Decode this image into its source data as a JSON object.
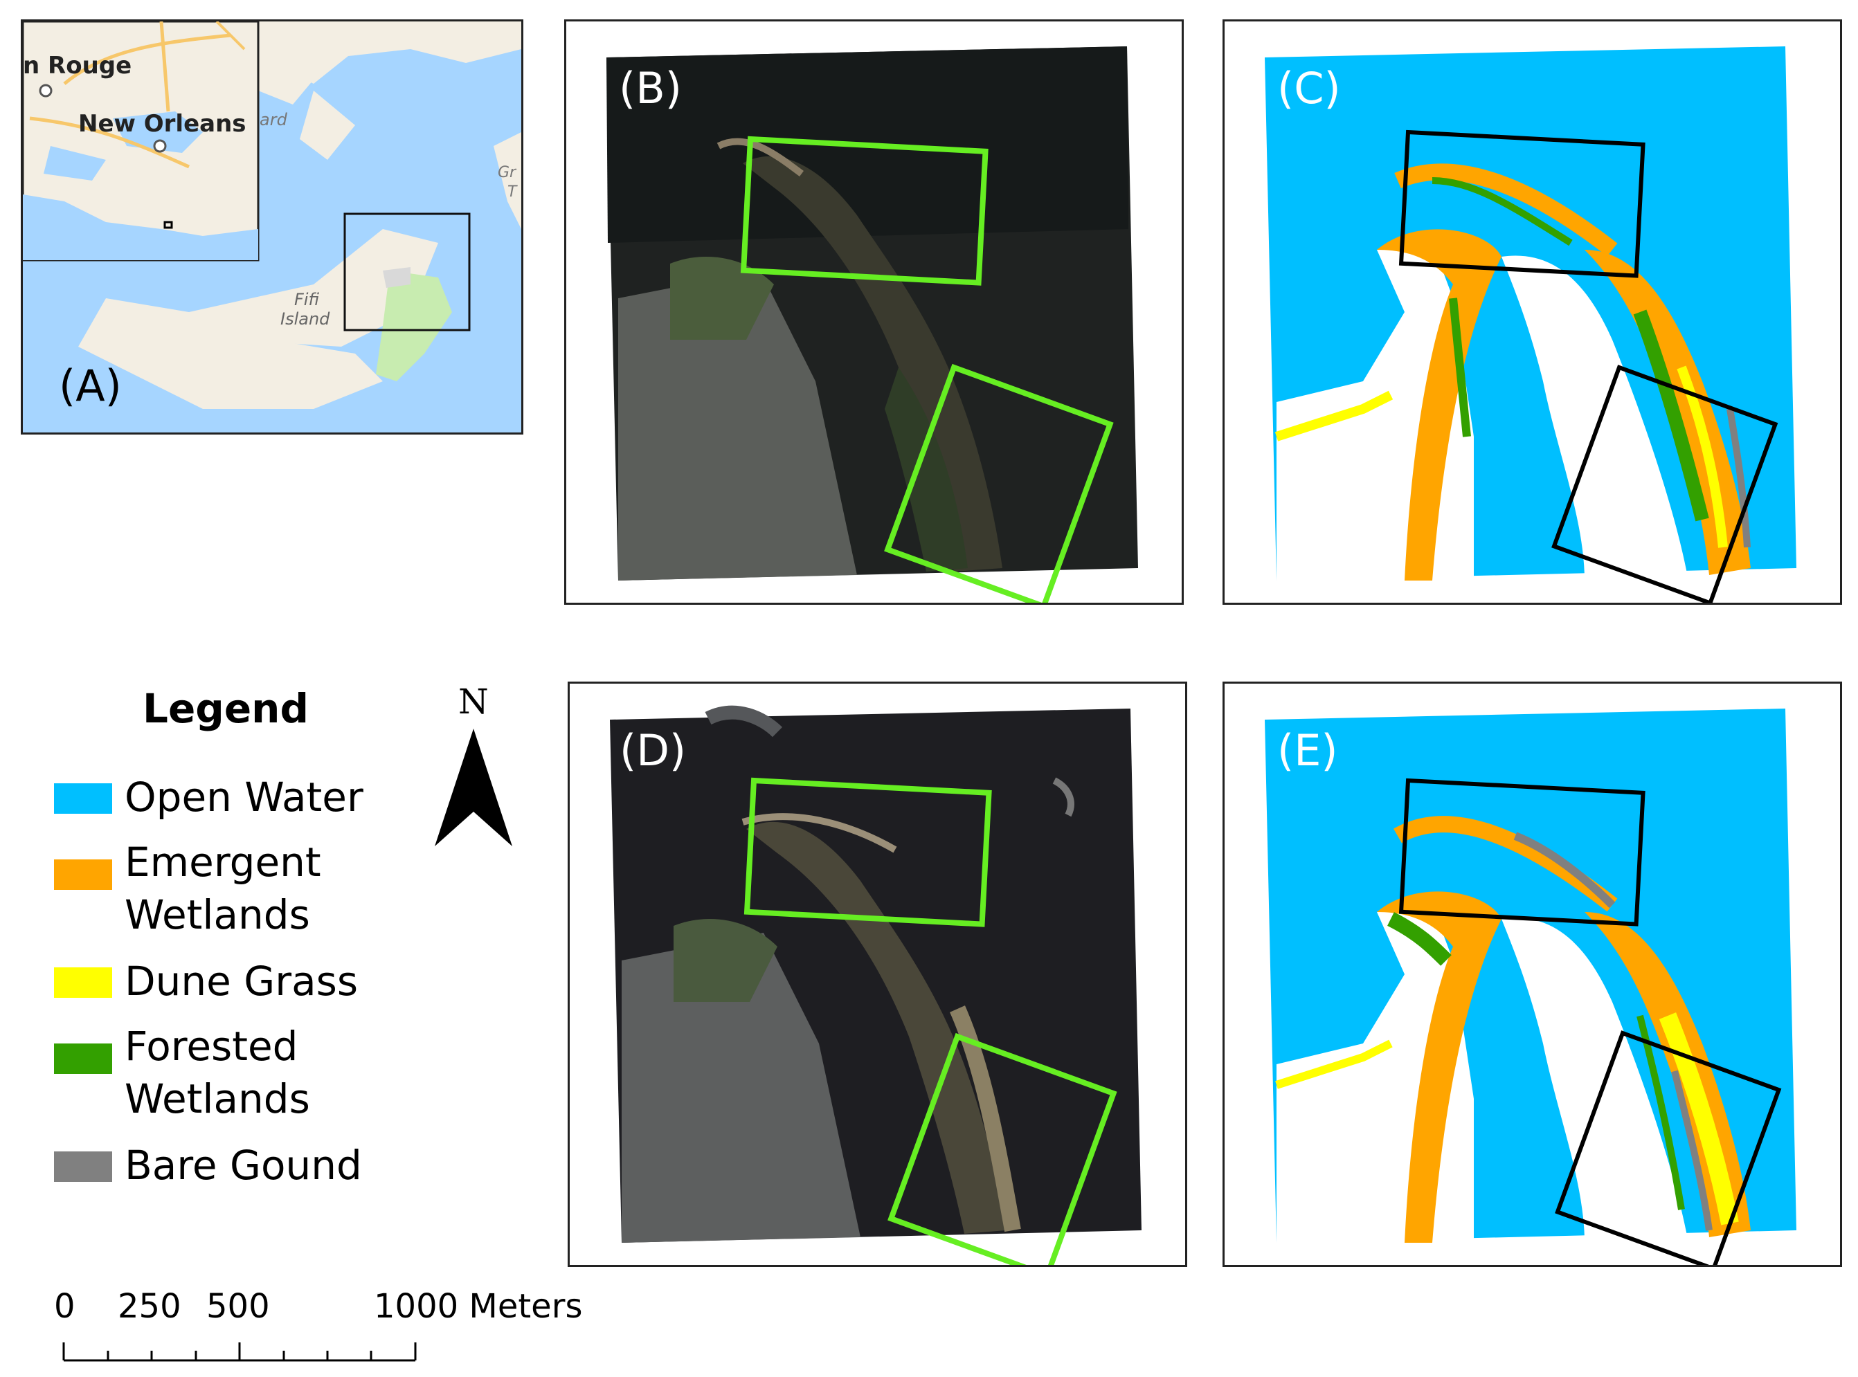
{
  "panels": {
    "a": {
      "label": "(A)"
    },
    "b": {
      "label": "(B)"
    },
    "c": {
      "label": "(C)"
    },
    "d": {
      "label": "(D)"
    },
    "e": {
      "label": "(E)"
    }
  },
  "map_a": {
    "place_baton_rouge": "n Rouge",
    "place_new_orleans": "New Orleans",
    "place_fifi": "Fifi",
    "place_island": "Island",
    "place_ard": "ard",
    "place_gr": "Gr",
    "place_t": "T"
  },
  "legend": {
    "title": "Legend",
    "items": [
      {
        "label": "Open Water",
        "color": "#00bfff"
      },
      {
        "label": "Emergent Wetlands",
        "line1": "Emergent",
        "line2": "Wetlands",
        "color": "#ffa500"
      },
      {
        "label": "Dune Grass",
        "color": "#ffff00"
      },
      {
        "label": "Forested Wetlands",
        "line1": "Forested",
        "line2": "Wetlands",
        "color": "#33a000"
      },
      {
        "label": "Bare Gound",
        "color": "#808080"
      }
    ]
  },
  "north_arrow": {
    "label": "N"
  },
  "scale_bar": {
    "ticks": [
      "0",
      "250",
      "500",
      "1000 Meters"
    ]
  },
  "colors": {
    "study_box_imagery": "#66ee22",
    "study_box_classified": "#000000",
    "water_map": "#a6d5ff",
    "land_map": "#f3eee3"
  }
}
